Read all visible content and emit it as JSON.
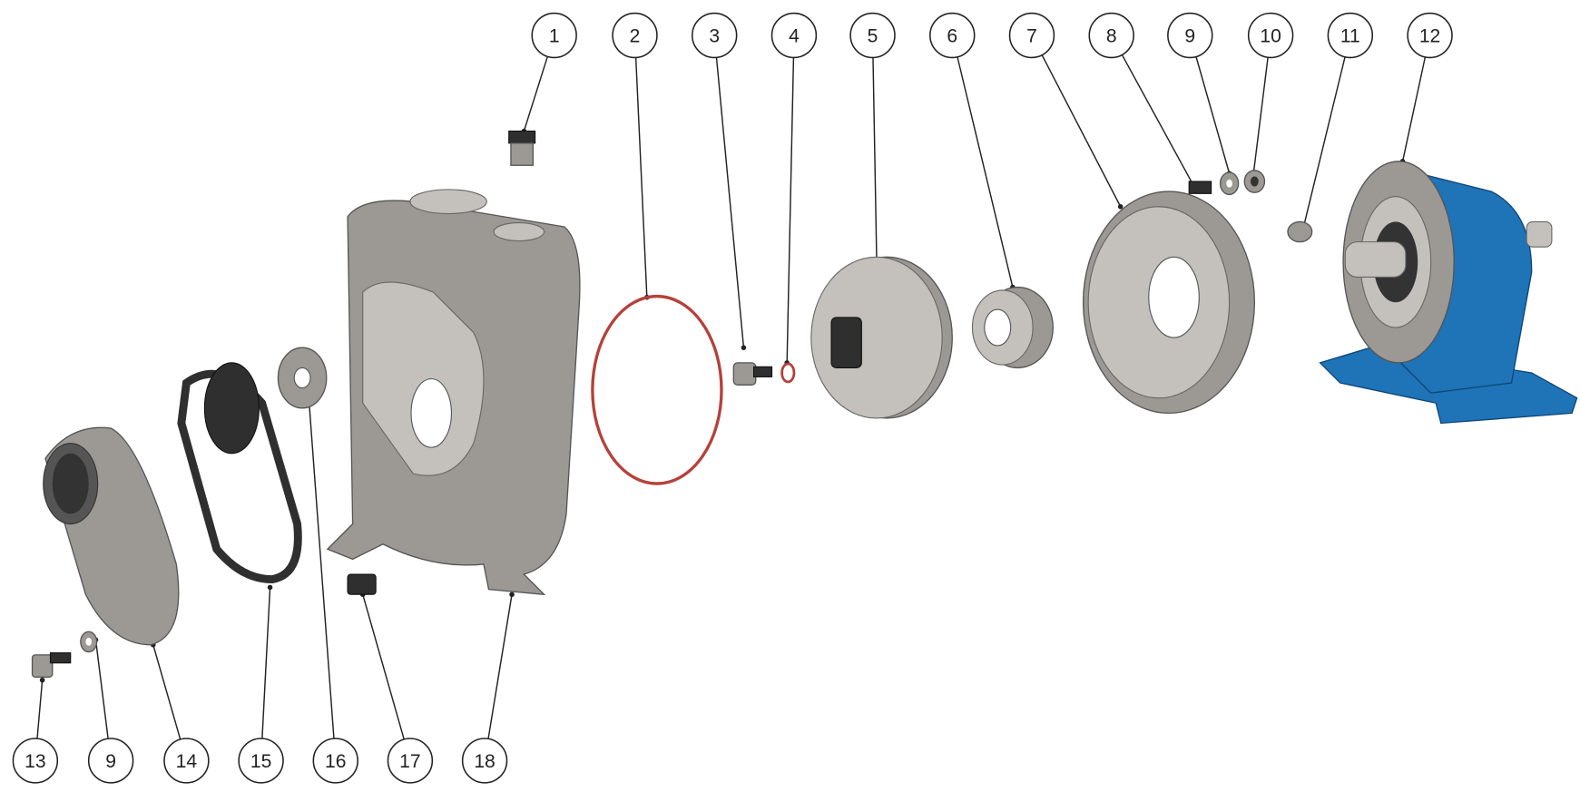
{
  "title": "Pump exploded view",
  "callouts_top": [
    "1",
    "2",
    "3",
    "4",
    "5",
    "6",
    "7",
    "8",
    "9",
    "10",
    "11",
    "12"
  ],
  "callouts_bottom": [
    "13",
    "9",
    "14",
    "15",
    "16",
    "17",
    "18"
  ],
  "colors": {
    "metal": "#9c9994",
    "motor_housing": "#1f73b7",
    "o_ring": "#b5413a",
    "gasket": "#2f2f2f"
  }
}
